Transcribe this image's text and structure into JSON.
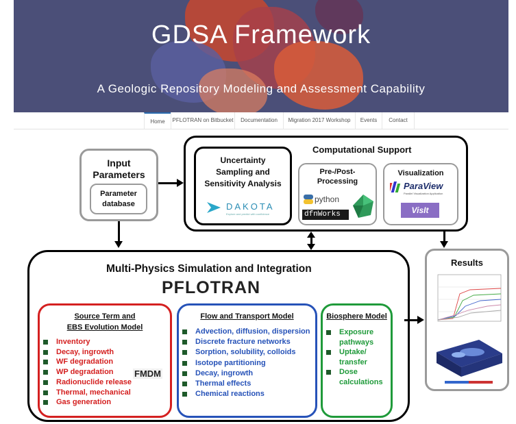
{
  "banner": {
    "title": "GDSA Framework",
    "subtitle": "A Geologic Repository Modeling and Assessment Capability"
  },
  "nav": {
    "items": [
      {
        "label": "Home",
        "active": true
      },
      {
        "label": "PFLOTRAN on Bitbucket",
        "active": false
      },
      {
        "label": "Documentation",
        "active": false
      },
      {
        "label": "Migration 2017 Workshop",
        "active": false
      },
      {
        "label": "Events",
        "active": false
      },
      {
        "label": "Contact",
        "active": false
      }
    ]
  },
  "diagram": {
    "input": {
      "title_line1": "Input",
      "title_line2": "Parameters",
      "db_line1": "Parameter",
      "db_line2": "database"
    },
    "computational": {
      "title": "Computational Support",
      "uncertainty": {
        "line1": "Uncertainty",
        "line2": "Sampling and",
        "line3": "Sensitivity Analysis",
        "logo": "DAKOTA",
        "logo_tagline": "Explore and predict with confidence"
      },
      "prepost": {
        "line1": "Pre-/Post-",
        "line2": "Processing",
        "python": "python",
        "dfn": "dfnWorks"
      },
      "visualization": {
        "title": "Visualization",
        "paraview": "ParaView",
        "paraview_tagline": "Parallel Visualization Application",
        "visit": "VisIt"
      }
    },
    "results": {
      "title": "Results"
    },
    "multiphysics": {
      "title": "Multi-Physics Simulation and Integration",
      "pflotran": "PFLOTRAN",
      "source_term": {
        "title_line1": "Source Term and",
        "title_line2": "EBS Evolution Model",
        "items": [
          "Inventory",
          "Decay, ingrowth",
          "WF degradation",
          "WP degradation",
          "Radionuclide release",
          "Thermal, mechanical",
          "Gas generation"
        ],
        "fmdm": "FMDM"
      },
      "flow": {
        "title": "Flow and Transport Model",
        "items": [
          "Advection, diffusion, dispersion",
          "Discrete fracture networks",
          "Sorption, solubility, colloids",
          "Isotope partitioning",
          "Decay, ingrowth",
          "Thermal effects",
          "Chemical reactions"
        ]
      },
      "biosphere": {
        "title": "Biosphere Model",
        "items": [
          "Exposure pathways",
          "Uptake/ transfer",
          "Dose calculations"
        ],
        "items_display": [
          [
            "Exposure",
            "pathways"
          ],
          [
            "Uptake/",
            "transfer"
          ],
          [
            "Dose",
            "calculations"
          ]
        ]
      }
    },
    "colors": {
      "banner_bg": "#4b4f78",
      "source_term": "#d42020",
      "flow": "#2652b8",
      "biosphere": "#1f9a3a",
      "bullet": "#1e5a2a"
    }
  }
}
